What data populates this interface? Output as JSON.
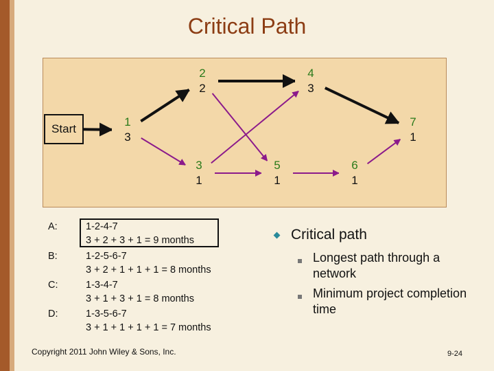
{
  "title": "Critical Path",
  "start_label": "Start",
  "nodes": [
    {
      "id": "1",
      "num": "1",
      "dur": "3"
    },
    {
      "id": "2",
      "num": "2",
      "dur": "2"
    },
    {
      "id": "3",
      "num": "3",
      "dur": "1"
    },
    {
      "id": "4",
      "num": "4",
      "dur": "3"
    },
    {
      "id": "5",
      "num": "5",
      "dur": "1"
    },
    {
      "id": "6",
      "num": "6",
      "dur": "1"
    },
    {
      "id": "7",
      "num": "7",
      "dur": "1"
    }
  ],
  "edges": [
    {
      "from": "start",
      "to": "1",
      "critical": true
    },
    {
      "from": "1",
      "to": "2",
      "critical": true
    },
    {
      "from": "2",
      "to": "4",
      "critical": true
    },
    {
      "from": "4",
      "to": "7",
      "critical": true
    },
    {
      "from": "1",
      "to": "3",
      "critical": false
    },
    {
      "from": "2",
      "to": "5",
      "critical": false
    },
    {
      "from": "3",
      "to": "4",
      "critical": false
    },
    {
      "from": "3",
      "to": "5",
      "critical": false
    },
    {
      "from": "5",
      "to": "6",
      "critical": false
    },
    {
      "from": "6",
      "to": "7",
      "critical": false
    }
  ],
  "paths": [
    {
      "key": "A:",
      "sequence": "1-2-4-7",
      "calc": "3 + 2 + 3 + 1 = 9 months",
      "highlighted": true
    },
    {
      "key": "B:",
      "sequence": "1-2-5-6-7",
      "calc": "3 + 2 + 1 + 1 + 1 = 8 months",
      "highlighted": false
    },
    {
      "key": "C:",
      "sequence": "1-3-4-7",
      "calc": "3 + 1 + 3 + 1 = 8 months",
      "highlighted": false
    },
    {
      "key": "D:",
      "sequence": "1-3-5-6-7",
      "calc": "3 + 1 + 1 + 1 + 1 = 7 months",
      "highlighted": false
    }
  ],
  "critical_path": {
    "heading": "Critical path",
    "points": [
      "Longest path through a network",
      "Minimum project completion time"
    ]
  },
  "footer": {
    "copyright": "Copyright 2011 John Wiley & Sons, Inc.",
    "page": "9-24"
  },
  "colors": {
    "critical_edge": "#111111",
    "normal_edge": "#8b1a8b",
    "node_number": "#2a7a1a",
    "title": "#8c3d14"
  }
}
